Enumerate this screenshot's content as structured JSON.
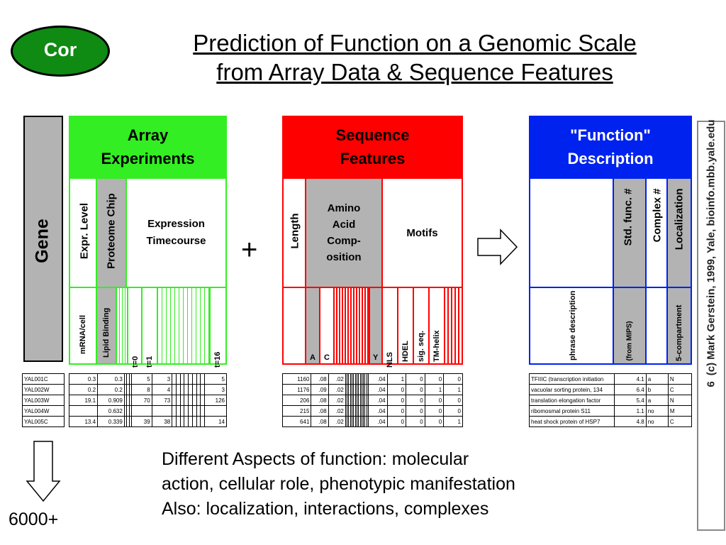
{
  "badge": "Cor",
  "title_line1": "Prediction of Function on a Genomic Scale",
  "title_line2": "from Array Data & Sequence Features",
  "gene_label": "Gene",
  "array": {
    "header": "Array Experiments",
    "col1": "Expr. Level",
    "col2": "Proteome Chip",
    "col3": "Expression Timecourse",
    "sub1": "mRNA/cell",
    "sub2": "Lipid Binding",
    "sub3": "t=0",
    "sub4": "t=1",
    "sub5": "t=16"
  },
  "plus": "+",
  "sequence": {
    "header": "Sequence Features",
    "col1": "Length",
    "col2": "Amino Acid Comp- osition",
    "col3": "Motifs",
    "sub_a": "A",
    "sub_c": "C",
    "sub_y": "Y",
    "sub_nls": "NLS",
    "sub_hdel": "HDEL",
    "sub_sig": "sig. seq.",
    "sub_tm": "TM-helix"
  },
  "function": {
    "header": "\"Function\" Description",
    "col1": "Std. func. #",
    "col2": "Complex #",
    "col3": "Localization",
    "sub1": "phrase description",
    "sub2": "(from MIPS)",
    "sub3": "5-compartment"
  },
  "genes": [
    "YAL001C",
    "YAL002W",
    "YAL003W",
    "YAL004W",
    "YAL005C"
  ],
  "array_rows": [
    [
      "0.3",
      "0.3",
      "5",
      "3",
      "5"
    ],
    [
      "0.2",
      "0.2",
      "8",
      "4",
      "3"
    ],
    [
      "19.1",
      "0.909",
      "70",
      "73",
      "126"
    ],
    [
      "",
      "0.632",
      "",
      "",
      ""
    ],
    [
      "13.4",
      "0.339",
      "39",
      "38",
      "14"
    ]
  ],
  "seq_rows": [
    [
      "1160",
      ".08",
      ".02",
      ".04",
      "1",
      "0",
      "0",
      "0"
    ],
    [
      "1176",
      ".09",
      ".02",
      ".04",
      "0",
      "0",
      "1",
      "1"
    ],
    [
      "206",
      ".08",
      ".02",
      ".04",
      "0",
      "0",
      "0",
      "0"
    ],
    [
      "215",
      ".08",
      ".02",
      ".04",
      "0",
      "0",
      "0",
      "0"
    ],
    [
      "641",
      ".08",
      ".02",
      ".04",
      "0",
      "0",
      "0",
      "1"
    ]
  ],
  "func_rows": [
    [
      "TFIIIC (transcription initiation",
      "4.1",
      "a",
      "N"
    ],
    [
      "vacuolar sorting protein, 134",
      "6.4",
      "b",
      "C"
    ],
    [
      "translation elongation factor",
      "5.4",
      "a",
      "N"
    ],
    [
      "ribomosmal protein S11",
      "1.1",
      "no",
      "M"
    ],
    [
      "heat shock protein of HSP7",
      "4.8",
      "no",
      "C"
    ]
  ],
  "description_line1": "Different Aspects of function: molecular",
  "description_line2": "action, cellular role, phenotypic manifestation",
  "description_line3": "Also: localization, interactions, complexes",
  "gene_count": "6000+",
  "slide_number": "6",
  "credit": "(c) Mark Gerstein, 1999, Yale, bioinfo.mbb.yale.edu",
  "colors": {
    "array": "#33ee22",
    "sequence": "#ff0000",
    "function": "#0022ee",
    "core": "#0f8a13",
    "gray": "#b3b3b3"
  }
}
